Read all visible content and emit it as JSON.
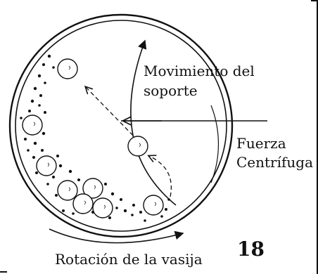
{
  "labels": {
    "support_motion_line1": "Movimiento del",
    "support_motion_line2": "soporte",
    "centrifugal_line1": "Fuerza",
    "centrifugal_line2": "Centrífuga",
    "vessel_rotation": "Rotación de la vasija",
    "page_number": "18"
  },
  "colors": {
    "ink": "#111111",
    "background": "#ffffff"
  }
}
